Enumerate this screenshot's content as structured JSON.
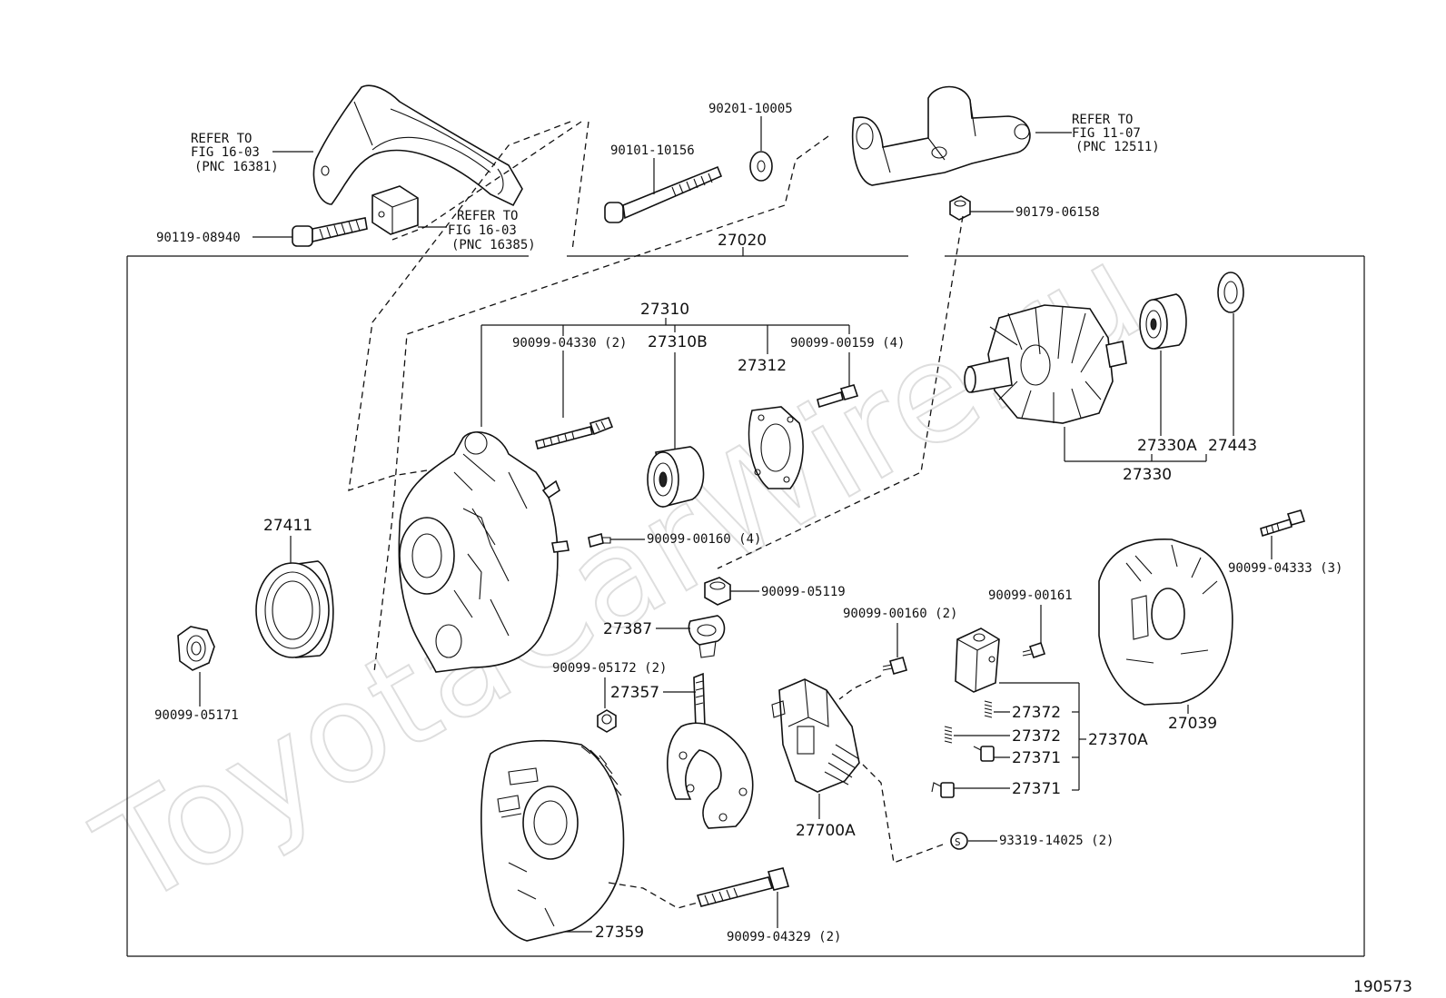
{
  "watermark": "ToyotaCarWire.ru",
  "figure_id": "190573",
  "refer_notes": [
    {
      "line1": "REFER TO",
      "line2": "FIG 16-03",
      "line3": "(PNC 16381)"
    },
    {
      "line1": "REFER TO",
      "line2": "FIG 16-03",
      "line3": "(PNC 16385)"
    },
    {
      "line1": "REFER TO",
      "line2": "FIG 11-07",
      "line3": "(PNC 12511)"
    }
  ],
  "parts": {
    "p90119_08940": "90119-08940",
    "p90101_10156": "90101-10156",
    "p90201_10005": "90201-10005",
    "p90179_06158": "90179-06158",
    "p27020": "27020",
    "p27310": "27310",
    "p90099_04330": "90099-04330 (2)",
    "p27310B": "27310B",
    "p27312": "27312",
    "p90099_00159": "90099-00159 (4)",
    "p27330A": "27330A",
    "p27443": "27443",
    "p27330": "27330",
    "p27411": "27411",
    "p90099_00160_4": "90099-00160 (4)",
    "p90099_05119": "90099-05119",
    "p27387": "27387",
    "p90099_00160_2": "90099-00160 (2)",
    "p90099_00161": "90099-00161",
    "p90099_04333": "90099-04333 (3)",
    "p27039": "27039",
    "p90099_05171": "90099-05171",
    "p90099_05172": "90099-05172 (2)",
    "p27357": "27357",
    "p27372a": "27372",
    "p27372b": "27372",
    "p27370A": "27370A",
    "p27371a": "27371",
    "p27371b": "27371",
    "p27700A": "27700A",
    "p93319_14025": "93319-14025 (2)",
    "p27359": "27359",
    "p90099_04329": "90099-04329 (2)"
  }
}
